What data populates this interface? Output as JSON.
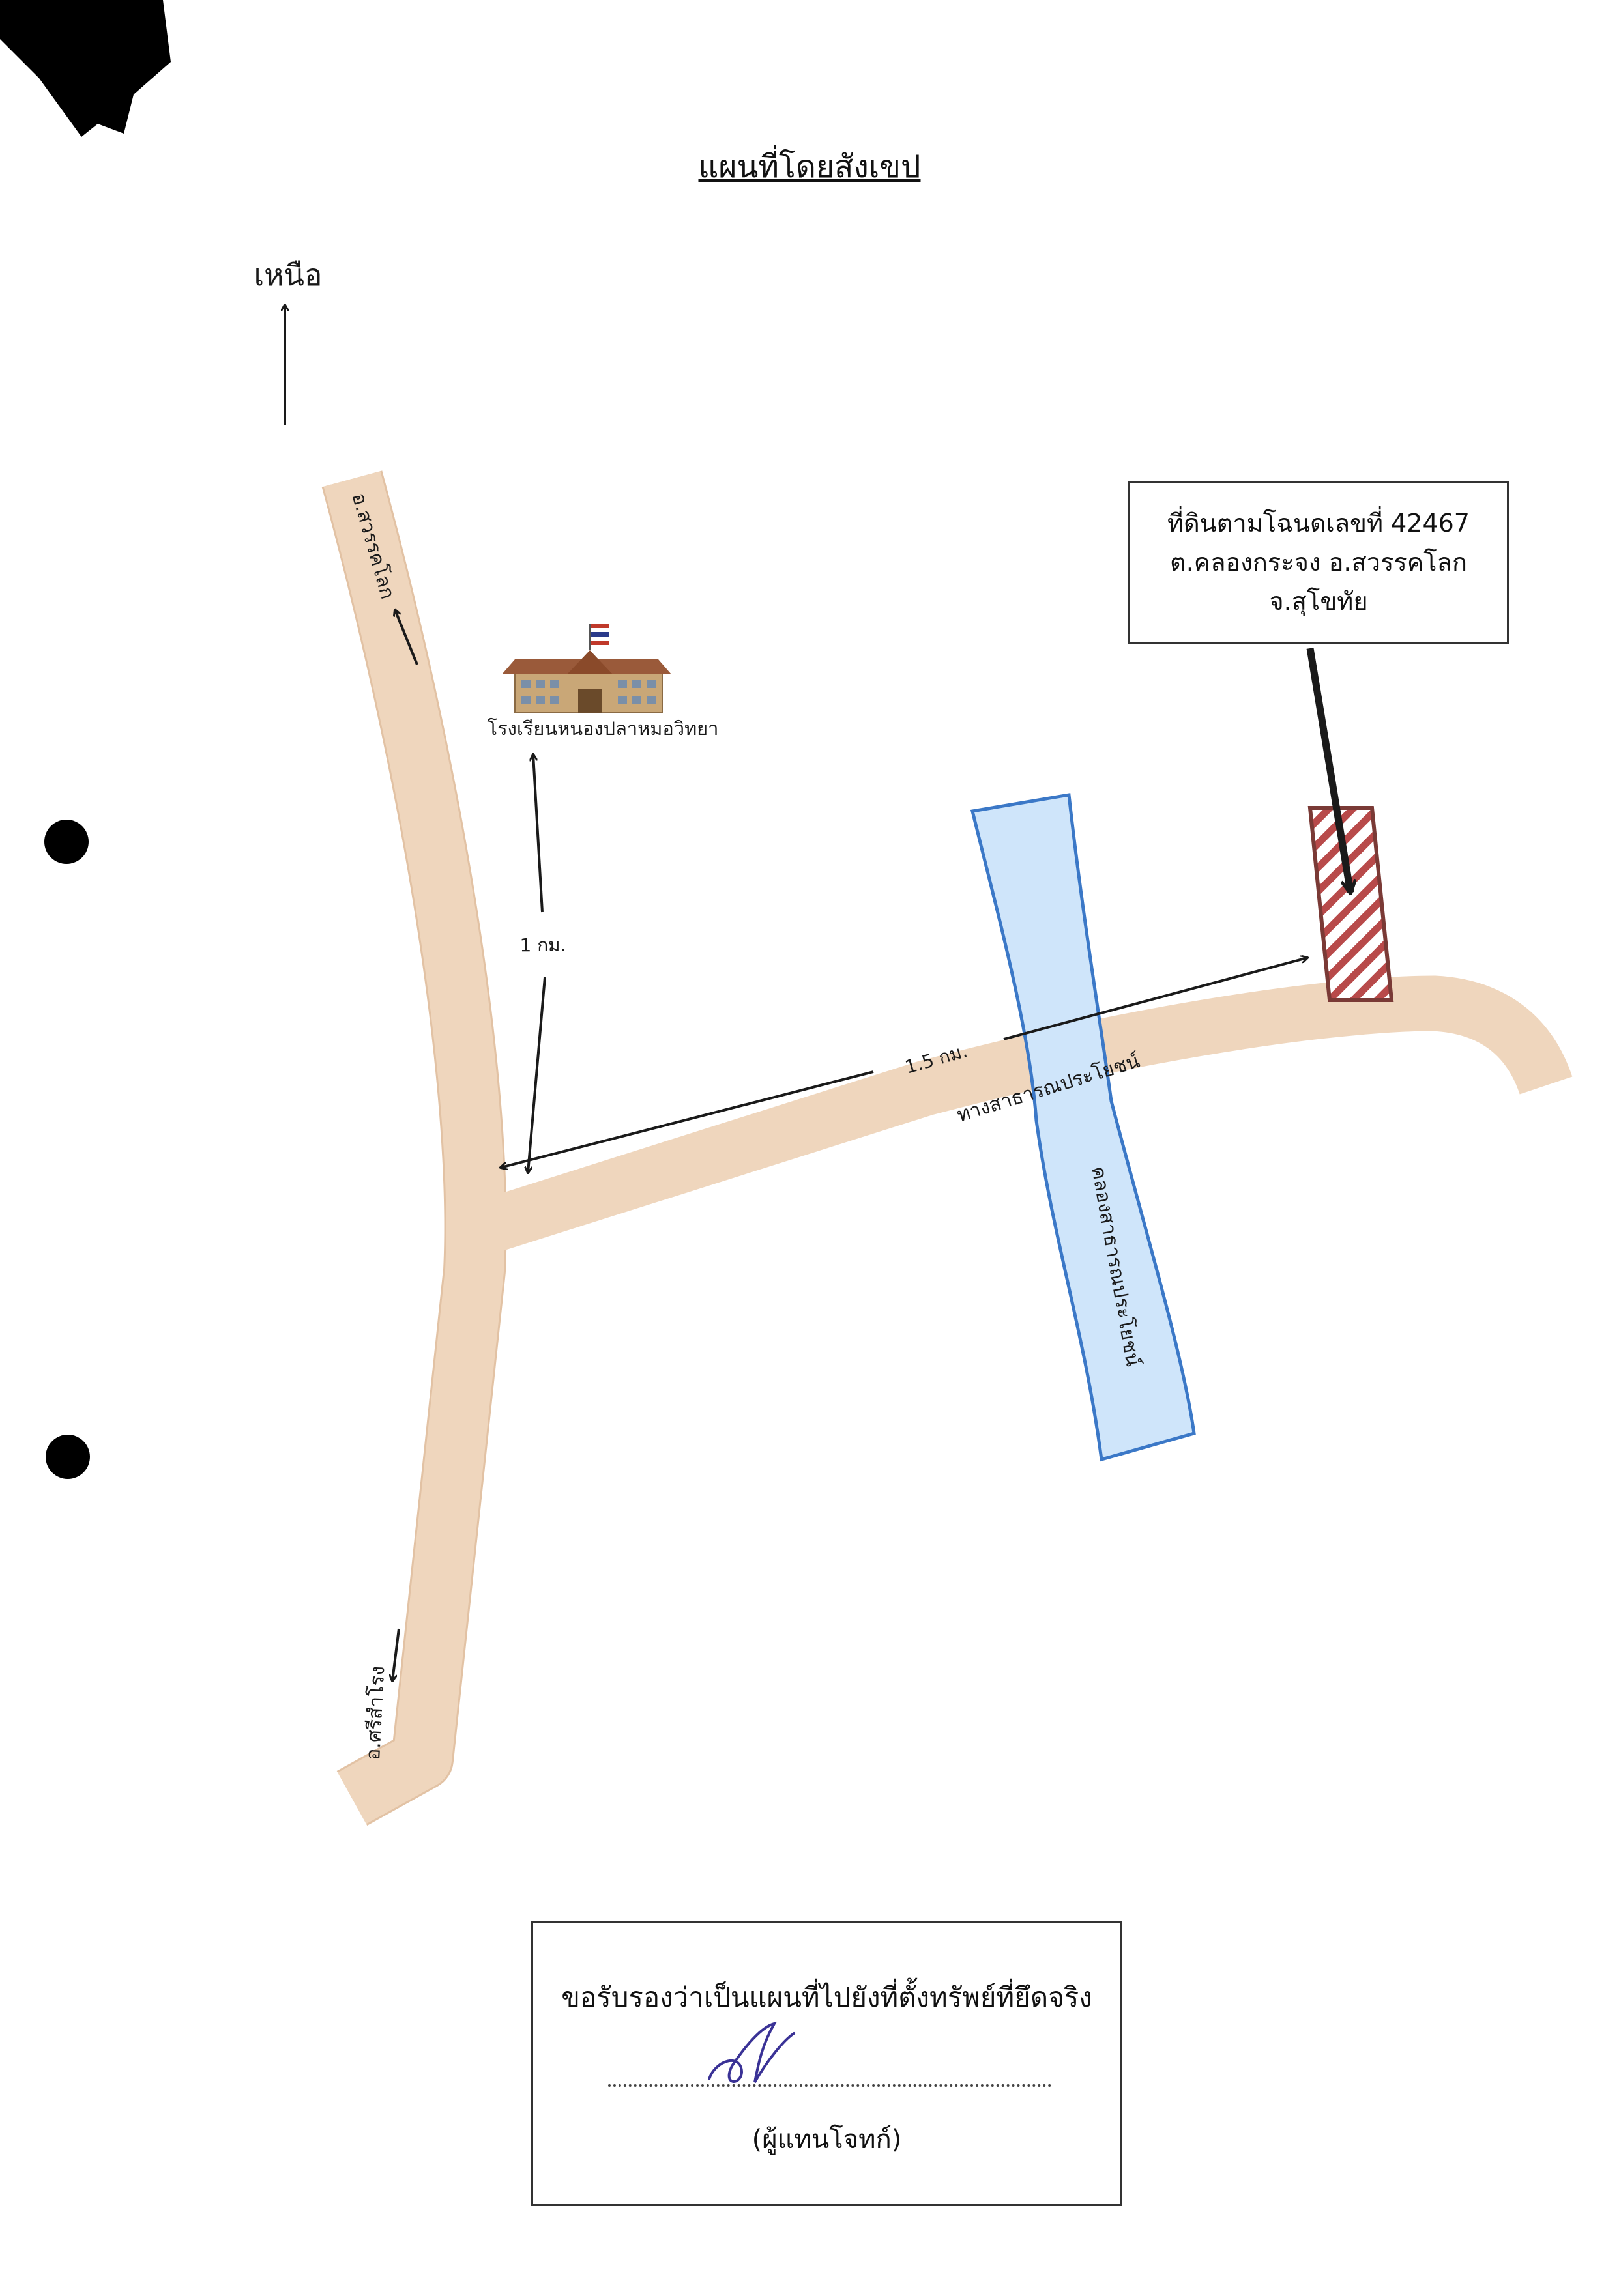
{
  "title": "แผนที่โดยสังเขป",
  "north_label": "เหนือ",
  "roads": {
    "main_north": "อ.สวรรคโลก",
    "main_south": "อ.ศรีสำโรง",
    "public_way": "ทางสาธารณประโยชน์"
  },
  "canal_label": "คลองสาธารณประโยชน์",
  "school_label": "โรงเรียนหนองปลาหมอวิทยา",
  "distances": {
    "school": "1 กม.",
    "plot": "1.5 กม."
  },
  "deed_box": {
    "line1": "ที่ดินตามโฉนดเลขที่ 42467",
    "line2": "ต.คลองกระจง  อ.สวรรคโลก",
    "line3": "จ.สุโขทัย"
  },
  "certification": {
    "text": "ขอรับรองว่าเป็นแผนที่ไปยังที่ตั้งทรัพย์ที่ยึดจริง",
    "signatory": "(ผู้แทนโจทก์)"
  },
  "colors": {
    "road": "#efd6bd",
    "road_edge": "#e2c2a4",
    "canal_fill": "#cfe5fa",
    "canal_edge": "#3b78c7",
    "plot_hatch": "#b84a4a",
    "plot_edge": "#7a3a36",
    "ink": "#1a1a1a",
    "signature": "#3a3296"
  }
}
